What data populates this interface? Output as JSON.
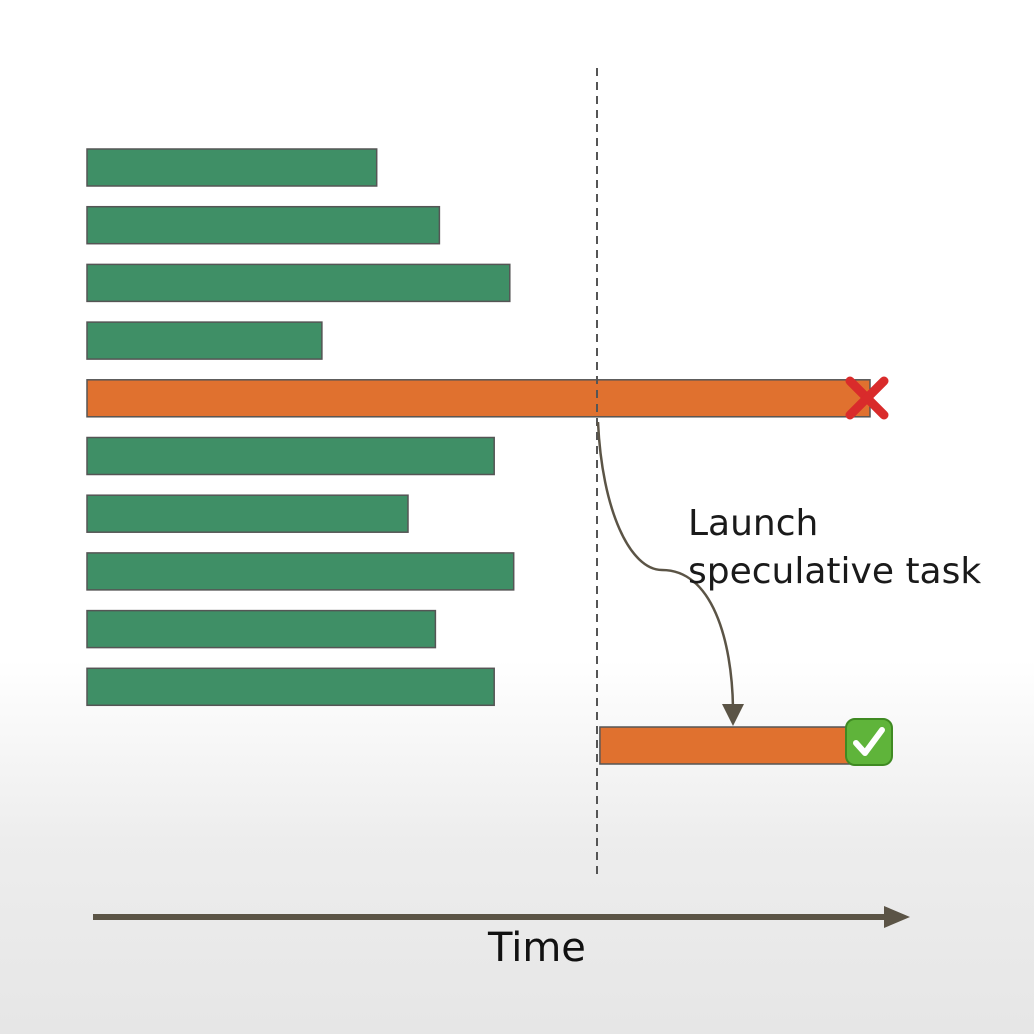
{
  "tasks": [
    {
      "kind": "normal",
      "start": 0,
      "end": 0.37
    },
    {
      "kind": "normal",
      "start": 0,
      "end": 0.45
    },
    {
      "kind": "normal",
      "start": 0,
      "end": 0.54
    },
    {
      "kind": "normal",
      "start": 0,
      "end": 0.3
    },
    {
      "kind": "straggler",
      "start": 0,
      "end": 1.0,
      "outcome": "failed"
    },
    {
      "kind": "normal",
      "start": 0,
      "end": 0.52
    },
    {
      "kind": "normal",
      "start": 0,
      "end": 0.41
    },
    {
      "kind": "normal",
      "start": 0,
      "end": 0.545
    },
    {
      "kind": "normal",
      "start": 0,
      "end": 0.445
    },
    {
      "kind": "normal",
      "start": 0,
      "end": 0.52
    },
    {
      "kind": "speculative",
      "start": 0.655,
      "end": 0.975,
      "outcome": "succeeded"
    }
  ],
  "speculation_time": 0.655,
  "annotation": {
    "line1": "Launch",
    "line2": "speculative task"
  },
  "axis": {
    "label": "Time"
  },
  "icons": {
    "fail": "red-x-icon",
    "success": "green-checkmark-icon"
  },
  "colors": {
    "normal_task": "#3f8f66",
    "straggler_task": "#e0712f",
    "bar_outline": "#555555",
    "axis": "#5b5446",
    "fail_mark": "#e02424",
    "success_box": "#5fb43a"
  }
}
